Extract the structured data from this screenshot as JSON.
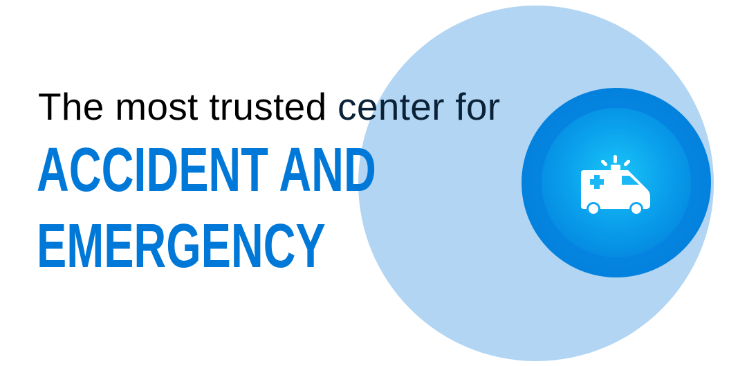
{
  "tagline_part1": "The most trusted ",
  "tagline_part2": "center for",
  "headline_line1": "ACCIDENT AND",
  "headline_line2": "EMERGENCY",
  "icon": "ambulance-icon",
  "colors": {
    "brand_blue": "#0078d7",
    "light_circle": "#b1d5f2",
    "text": "#000000"
  }
}
